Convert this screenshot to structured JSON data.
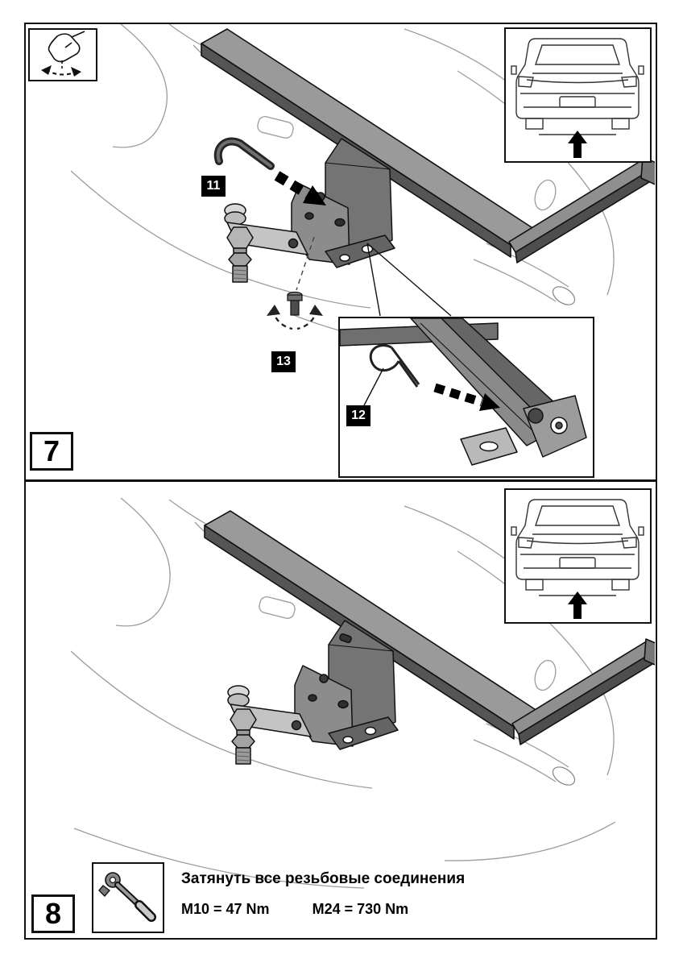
{
  "step7": {
    "number": "7",
    "label_allen_key": "11",
    "label_lock_pin": "12",
    "label_bolt": "13"
  },
  "step8": {
    "number": "8",
    "instruction": "Затянуть все резьбовые соединения",
    "torque_m10": "M10 = 47 Nm",
    "torque_m24": "M24 = 730 Nm"
  },
  "colors": {
    "background": "#ffffff",
    "line": "#111111",
    "label_bg": "#000000",
    "label_text": "#ffffff",
    "beam_top": "#9a9a9a",
    "beam_side": "#555555",
    "bracket": "#7a7a7a",
    "light_metal": "#c4c4c4"
  },
  "icons": {
    "press_pin": "press-hand-icon",
    "torque_wrench": "torque-wrench-icon",
    "car_rear_view": "car-rear-view-icon",
    "direction_arrow": "arrow-up-icon",
    "insert_arrow": "dashed-insert-arrow-icon"
  }
}
